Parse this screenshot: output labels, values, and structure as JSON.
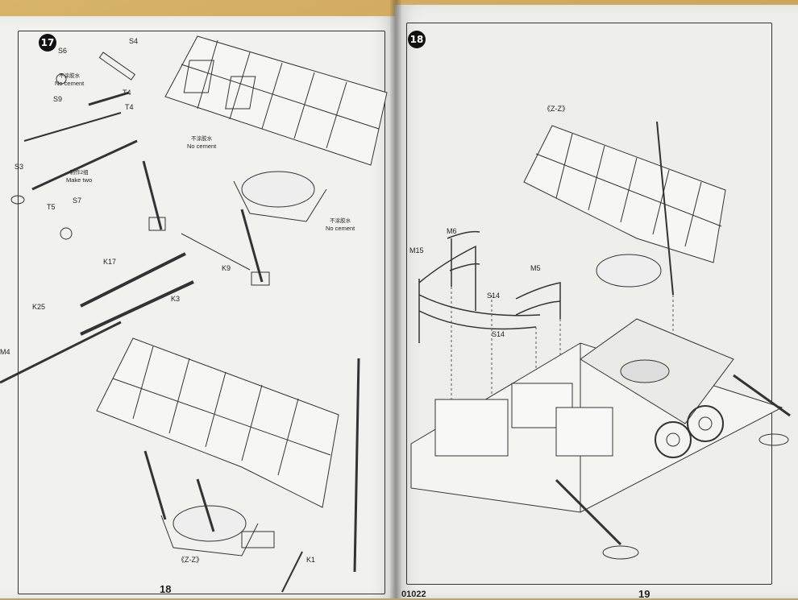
{
  "left_page": {
    "step": "17",
    "page_number": "18",
    "parts": {
      "s4": "S4",
      "s6": "S6",
      "t4a": "T4",
      "t4b": "T4",
      "s9": "S9",
      "s3": "S3",
      "t5": "T5",
      "s7": "S7",
      "k9": "K9",
      "k17": "K17",
      "k3": "K3",
      "k25": "K25",
      "m4": "M4",
      "k1": "K1",
      "zz": "《Z-Z》"
    },
    "notes": {
      "no_cement_1_cn": "不涂胶水",
      "no_cement_1": "No cement",
      "no_cement_2_cn": "不涂胶水",
      "no_cement_2": "No cement",
      "no_cement_3_cn": "不涂胶水",
      "no_cement_3": "No cement",
      "make_two_cn": "制作2组",
      "make_two": "Make two"
    }
  },
  "right_page": {
    "step": "18",
    "page_number": "19",
    "catalog": "01022",
    "parts": {
      "zz": "《Z-Z》",
      "m6": "M6",
      "m15": "M15",
      "m5": "M5",
      "s14a": "S14",
      "s14b": "S14"
    }
  }
}
